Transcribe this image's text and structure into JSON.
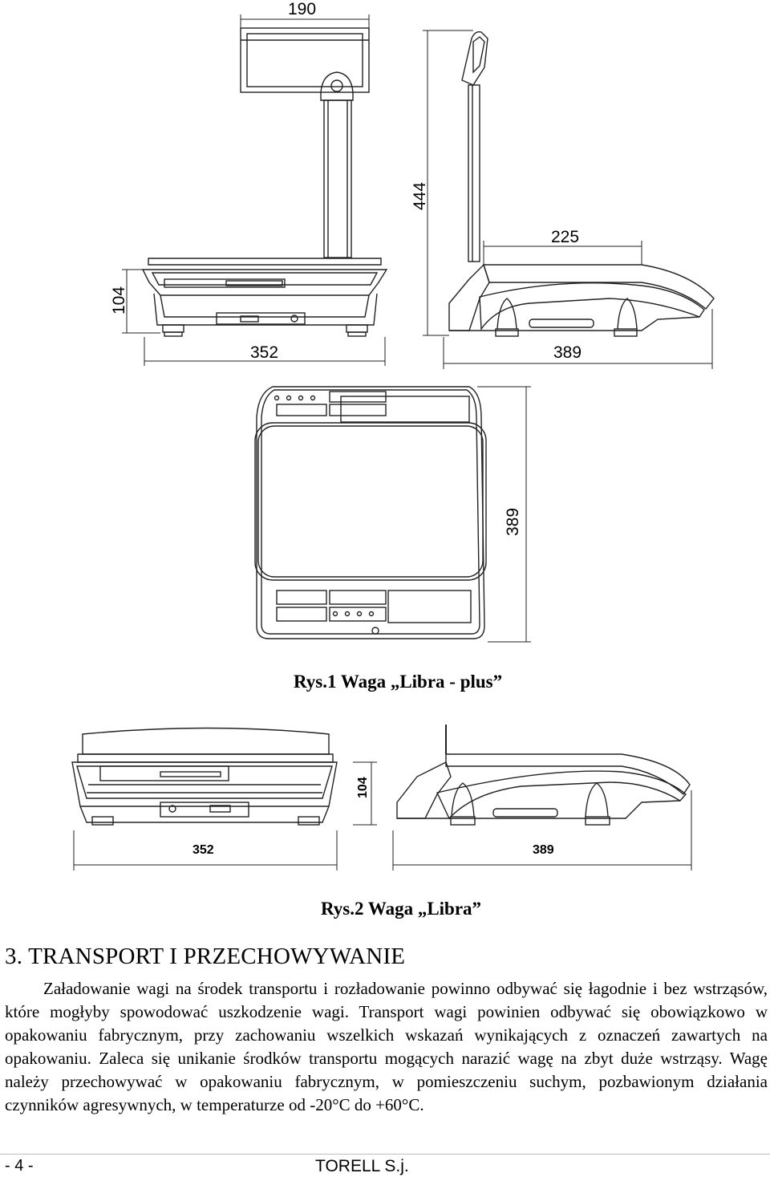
{
  "figure1": {
    "caption": "Rys.1 Waga „Libra - plus”",
    "dimensions": {
      "front_width": "190",
      "front_base_width": "352",
      "height": "104",
      "side_total_height": "444",
      "side_depth_upper": "225",
      "side_depth": "389",
      "top_depth": "389"
    }
  },
  "figure2": {
    "caption": "Rys.2 Waga „Libra”",
    "dimensions": {
      "height": "104",
      "front_width": "352",
      "side_depth": "389"
    }
  },
  "section": {
    "heading": "3. TRANSPORT I PRZECHOWYWANIE",
    "paragraph": "Załadowanie wagi na środek transportu i rozładowanie powinno odbywać się łagodnie i bez wstrząsów, które mogłyby spowodować uszkodzenie wagi. Transport wagi powinien odbywać się obowiązkowo w opakowaniu fabrycznym, przy zachowaniu wszelkich wskazań wynikających z oznaczeń zawartych na opakowaniu. Zaleca się unikanie środków transportu mogących narazić wagę na zbyt duże wstrząsy. Wagę należy przechowywać w opakowaniu fabrycznym, w pomieszczeniu suchym, pozbawionym działania czynników agresywnych, w temperaturze od -20°C  do  +60°C."
  },
  "footer": {
    "page_number": "- 4 -",
    "company": "TORELL S.j."
  }
}
